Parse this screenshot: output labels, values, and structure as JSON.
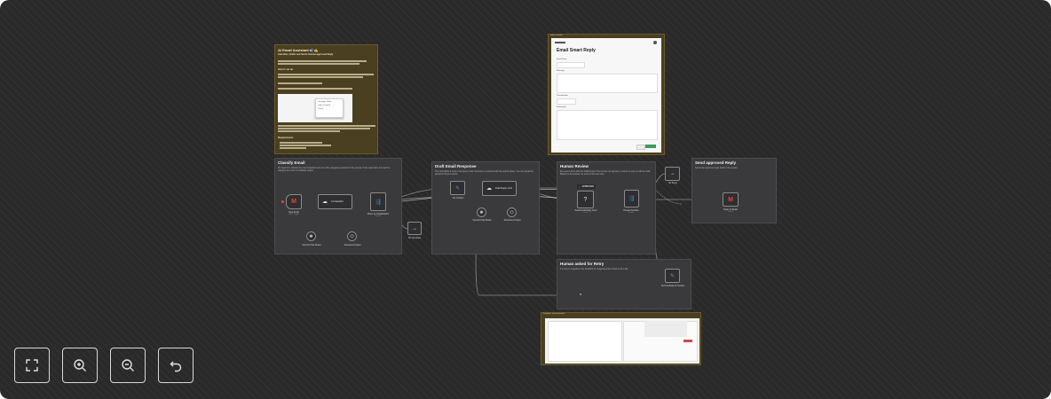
{
  "sticky_main": {
    "title": "AI Email Assistant 📬✍️",
    "subtitle": "Classifies, Drafts and Sends Human-approved Reply",
    "section_setup": "How to set up",
    "section_requirements": "Requirements",
    "thumb_menu": [
      "Get page Token",
      "Open in Gmail",
      "Delete"
    ]
  },
  "form_preview": {
    "header": "Form Preview",
    "title": "Email Smart Reply",
    "fields": [
      "Email From",
      "Message",
      "Classification",
      "Email draft"
    ]
  },
  "groups": {
    "classify": {
      "title": "Classify Email",
      "desc": "We feed AI to classify the most important text out of the categories selected in the prompt. If the email does not match a category we route to a fallback output."
    },
    "draft": {
      "title": "Draft Email Response",
      "desc": "The LLM drafts a reply to the given email. Structure is enforced with the output parser. You can tweak the prompt to fit your needs."
    },
    "review": {
      "title": "Human Review",
      "desc": "We send a form with the drafted reply. The human can approve it, ask for a retry or edit the draft. Based on the answer we route to the next step."
    },
    "send": {
      "title": "Send approved Reply",
      "desc": "Sends the approved reply back to the sender."
    },
    "retry": {
      "title": "Human asked for Retry",
      "desc": "If a retry is requested, the feedback is merged and sent back to the LLM."
    }
  },
  "nodes": {
    "gmail_trigger": {
      "label": "New Email",
      "sub": "Gmail Trigger"
    },
    "classifier": {
      "label": "AI Classifier"
    },
    "router": {
      "label": "Route by Classification",
      "sub": "Switch"
    },
    "openai_model_1": {
      "label": "OpenAI Chat Model"
    },
    "parser_1": {
      "label": "Structured Output"
    },
    "no_op": {
      "label": "No Operation"
    },
    "edit_fields": {
      "label": "Set Context"
    },
    "draft_llm": {
      "label": "Draft Reply LLM"
    },
    "openai_model_2": {
      "label": "OpenAI Chat Model"
    },
    "parser_2": {
      "label": "Structured Output"
    },
    "form": {
      "label": "Send Email Reply Form",
      "sub": "Form"
    },
    "review_switch": {
      "label": "Human Decision",
      "sub": "Switch"
    },
    "approved_badge": {
      "label": "APPROVED"
    },
    "end": {
      "label": "No Reply"
    },
    "send_gmail": {
      "label": "Reply to Email",
      "sub": "Gmail"
    },
    "set_feedback": {
      "label": "Set Feedback & Context"
    }
  },
  "screenshot_preview": {
    "header": "Example: Result preview"
  },
  "controls": {
    "fit_icon": "fit-view-icon",
    "zoom_in_icon": "zoom-in-icon",
    "zoom_out_icon": "zoom-out-icon",
    "reset_icon": "reset-zoom-icon"
  },
  "colors": {
    "canvas": "#2a2a2a",
    "sticky": "#4a3f20",
    "group": "#3a3a3c",
    "gmail_red": "#ea4335",
    "openai_purple": "#6b4bd6",
    "switch_blue": "#3a7bd5",
    "approved_green": "#3e9b5f"
  }
}
